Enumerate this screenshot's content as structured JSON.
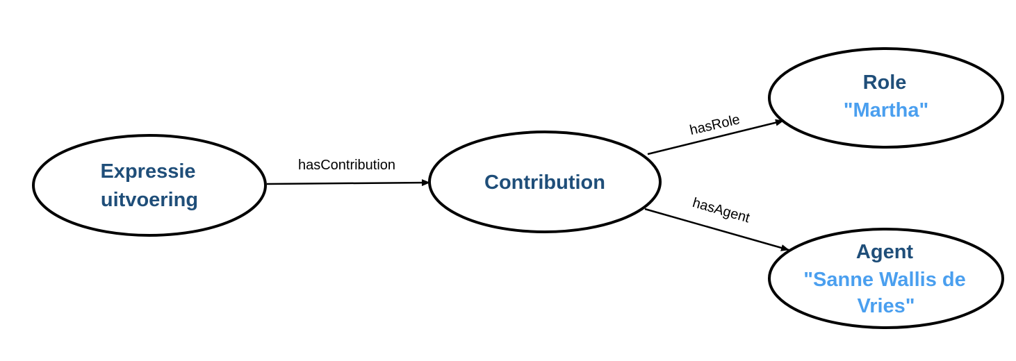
{
  "colors": {
    "title": "#1f4e79",
    "value": "#4a9fef",
    "stroke": "#000000",
    "edge_label": "#000000"
  },
  "nodes": {
    "expressie": {
      "title_lines": [
        "Expressie",
        "uitvoering"
      ],
      "value_lines": []
    },
    "contribution": {
      "title_lines": [
        "Contribution"
      ],
      "value_lines": []
    },
    "role": {
      "title_lines": [
        "Role"
      ],
      "value_lines": [
        "\"Martha\""
      ]
    },
    "agent": {
      "title_lines": [
        "Agent"
      ],
      "value_lines": [
        "\"Sanne Wallis de",
        "Vries\""
      ]
    }
  },
  "edges": {
    "has_contribution": {
      "label": "hasContribution",
      "from": "expressie",
      "to": "contribution"
    },
    "has_role": {
      "label": "hasRole",
      "from": "contribution",
      "to": "role"
    },
    "has_agent": {
      "label": "hasAgent",
      "from": "contribution",
      "to": "agent"
    }
  }
}
